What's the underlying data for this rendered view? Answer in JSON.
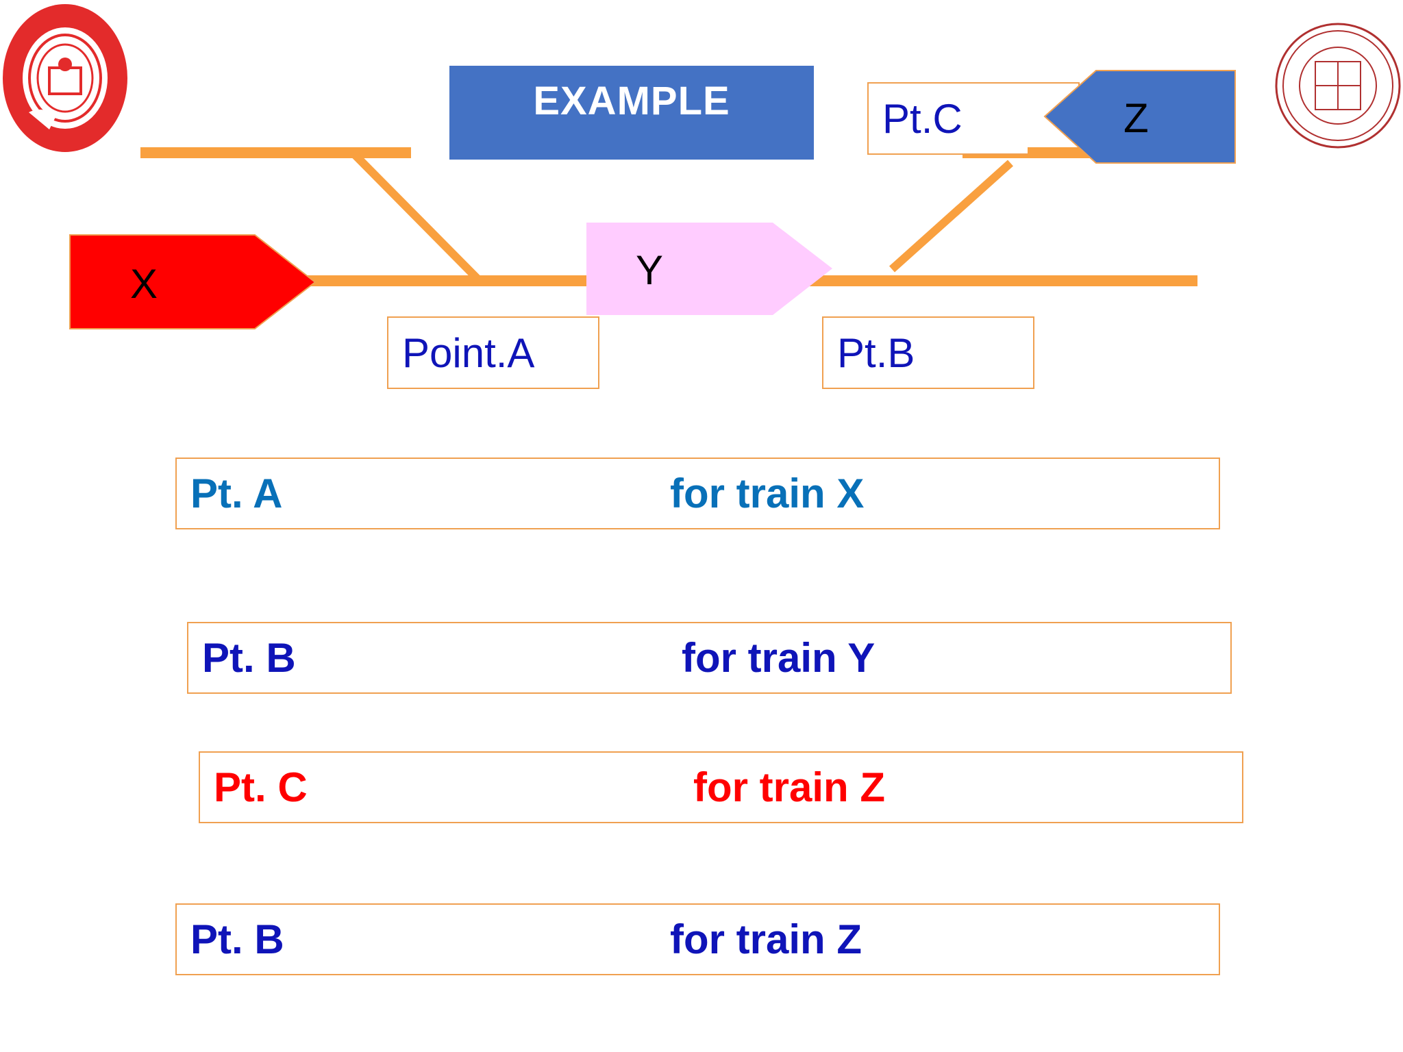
{
  "title": "EXAMPLE",
  "trains": {
    "x": {
      "label": "X",
      "color": "#ff0000"
    },
    "y": {
      "label": "Y",
      "color": "#ffccff"
    },
    "z": {
      "label": "Z",
      "color": "#4472c4"
    }
  },
  "point_labels": {
    "a": "Point.A",
    "b": "Pt.B",
    "c": "Pt.C"
  },
  "rows": [
    {
      "point": "Pt. A",
      "for": "for train X",
      "color": "#0870b8"
    },
    {
      "point": "Pt. B",
      "for": "for train Y",
      "color": "#0f14b8"
    },
    {
      "point": "Pt. C",
      "for": "for train Z",
      "color": "#ff0000"
    },
    {
      "point": "Pt. B",
      "for": "for train Z",
      "color": "#0f14b8"
    }
  ],
  "colors": {
    "track": "#f9a03f",
    "border": "#f0a050",
    "label_text": "#0f14b8"
  },
  "logos": {
    "left": "indian-railways-emblem-logo",
    "right": "iriset-seal-logo"
  }
}
